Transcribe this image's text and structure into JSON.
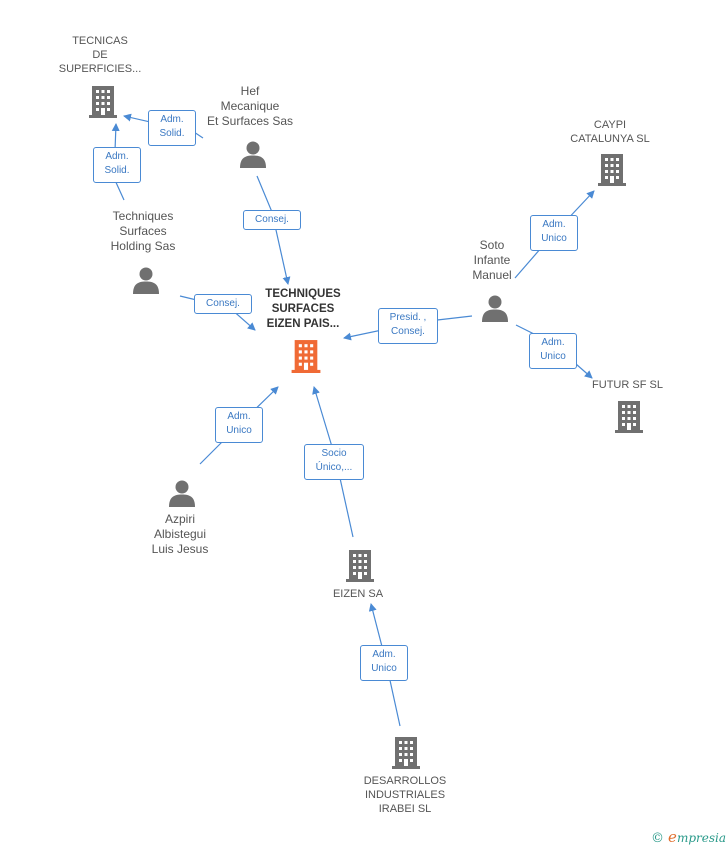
{
  "nodes": {
    "main": "TECHNIQUES\nSURFACES\nEIZEN PAIS...",
    "tecnicas": "TECNICAS\nDE\nSUPERFICIES...",
    "hef": "Hef\nMecanique\nEt Surfaces Sas",
    "techniques_holding": "Techniques\nSurfaces\nHolding Sas",
    "caypi": "CAYPI\nCATALUNYA SL",
    "soto": "Soto\nInfante\nManuel",
    "futur": "FUTUR SF  SL",
    "azpiri": "Azpiri\nAlbistegui\nLuis Jesus",
    "eizen": "EIZEN SA",
    "desarrollos": "DESARROLLOS\nINDUSTRIALES\nIRABEI  SL"
  },
  "edges": {
    "hef_tecnicas": "Adm.\nSolid.",
    "holding_tecnicas": "Adm.\nSolid.",
    "hef_main": "Consej.",
    "holding_main": "Consej.",
    "soto_main": "Presid. ,\nConsej.",
    "soto_caypi": "Adm.\nUnico",
    "soto_futur": "Adm.\nUnico",
    "azpiri_main": "Adm.\nUnico",
    "eizen_main": "Socio\nÚnico,...",
    "desarrollos_eizen": "Adm.\nUnico"
  },
  "footer": {
    "copyright": "©",
    "brand_e": "e",
    "brand_rest": "mpresia"
  },
  "colors": {
    "main_building": "#f06a35",
    "building": "#707070",
    "person": "#707070",
    "edge": "#4a8ad4"
  }
}
